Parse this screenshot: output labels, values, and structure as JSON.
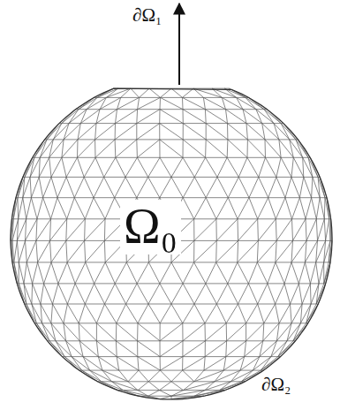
{
  "diagram": {
    "labels": [
      "∂Ω₁",
      "Ω₀",
      "∂Ω₂"
    ]
  }
}
